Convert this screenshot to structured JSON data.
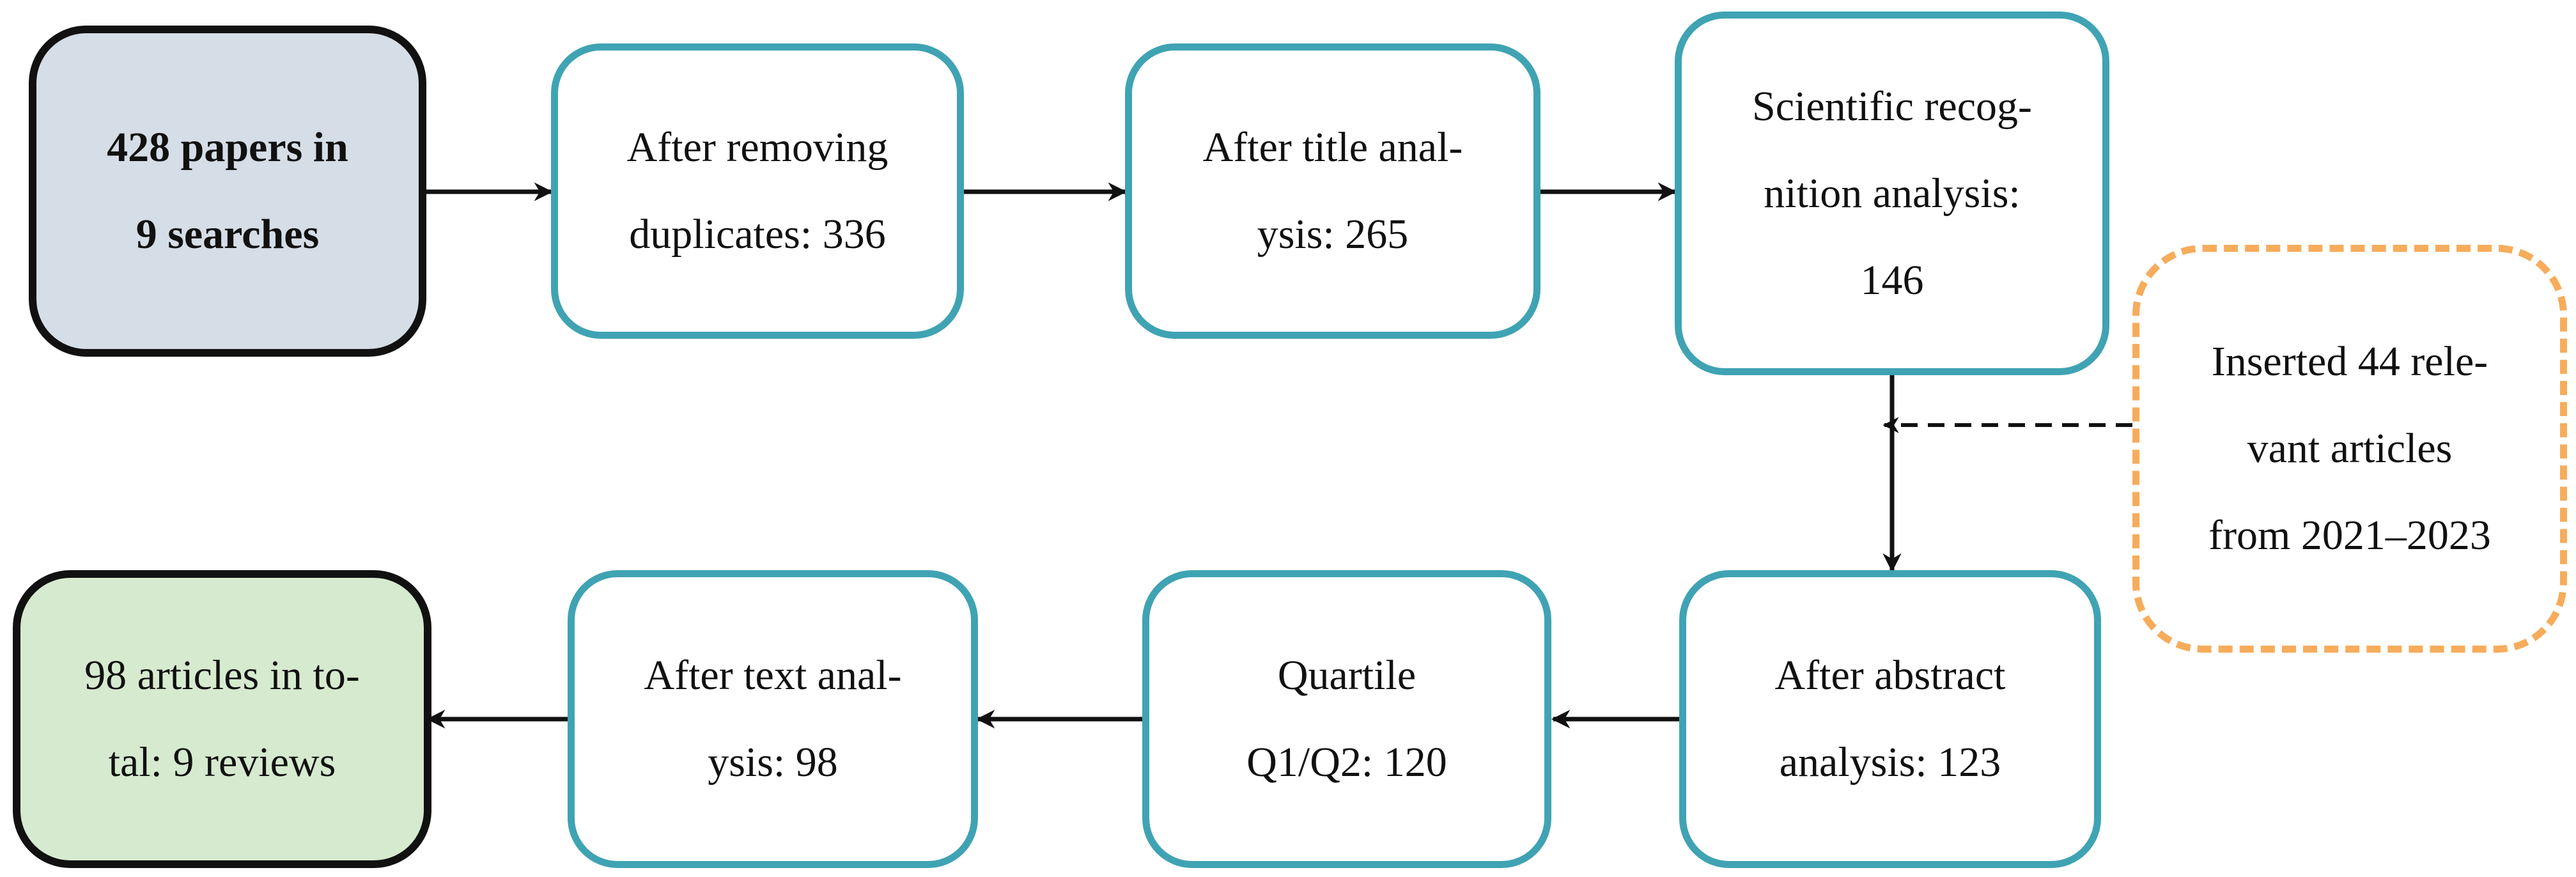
{
  "colors": {
    "process_border": "#3fa3b3",
    "start_fill": "#d5dde6",
    "end_fill": "#d6eacf",
    "inserted_border": "#f6ac5b",
    "arrow": "#111111"
  },
  "flow": {
    "start": "428 papers in\n9 searches",
    "step_duplicates": "After removing\nduplicates: 336",
    "step_title": "After title anal-\nysis: 265",
    "step_recognition": "Scientific recog-\nnition analysis:\n146",
    "inserted": "Inserted 44 rele-\nvant articles\nfrom 2021–2023",
    "step_abstract": "After abstract\nanalysis: 123",
    "step_quartile": "Quartile\nQ1/Q2: 120",
    "step_text": "After text anal-\nysis: 98",
    "end": "98 articles in to-\ntal: 9 reviews"
  }
}
